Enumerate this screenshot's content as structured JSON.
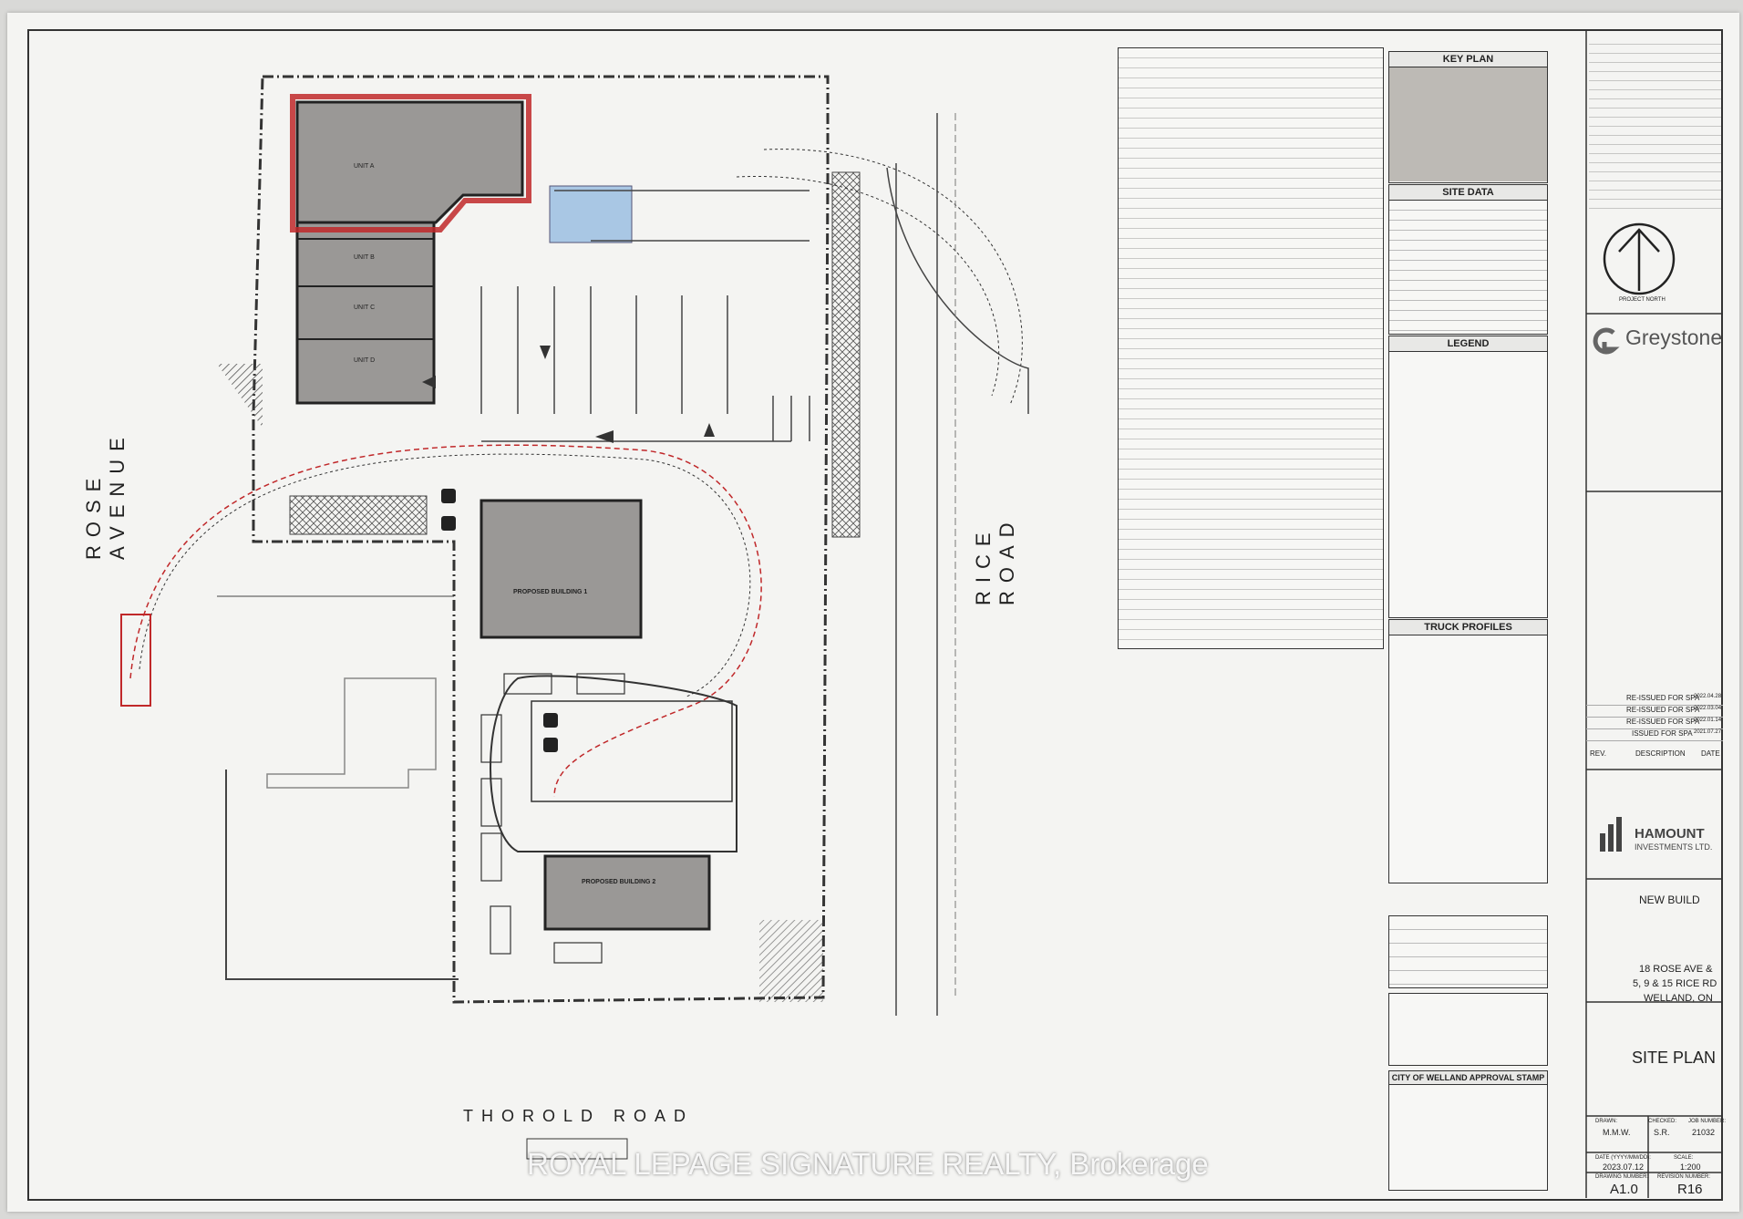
{
  "streets": {
    "rose": "ROSE AVENUE",
    "rice": "RICE ROAD",
    "thorold": "THOROLD ROAD"
  },
  "buildings": {
    "unit_a": "UNIT A",
    "unit_b": "UNIT B",
    "unit_c": "UNIT C",
    "unit_d": "UNIT D",
    "building1": "PROPOSED BUILDING 1",
    "building2": "PROPOSED BUILDING 2"
  },
  "panels": {
    "key_plan": "KEY PLAN",
    "site_data": "SITE DATA",
    "legend": "LEGEND",
    "truck_profiles": "TRUCK PROFILES",
    "approval_stamp": "CITY OF WELLAND APPROVAL STAMP"
  },
  "title_block": {
    "firm": "Greystone",
    "client_line1": "HAMOUNT",
    "client_line2": "INVESTMENTS LTD.",
    "project": "NEW BUILD",
    "address_line1": "18 ROSE AVE &",
    "address_line2": "5, 9 & 15 RICE RD",
    "address_line3": "WELLAND, ON",
    "drawing_title": "SITE PLAN",
    "drawn_label": "DRAWN:",
    "drawn": "M.M.W.",
    "checked_label": "CHECKED:",
    "checked": "S.R.",
    "job_label": "JOB NUMBER:",
    "job": "21032",
    "date_label": "DATE (YYYY/MM/DD):",
    "date": "2023.07.12",
    "scale_label": "SCALE:",
    "scale": "1:200",
    "drawing_no_label": "DRAWING NUMBER:",
    "drawing_no": "A1.0",
    "revision_label": "REVISION NUMBER:",
    "revision": "R16",
    "project_north": "PROJECT NORTH",
    "rev_header": "REV.",
    "desc_header": "DESCRIPTION",
    "date_header": "DATE"
  },
  "revisions": [
    {
      "desc": "RE-ISSUED FOR SPA",
      "date": "2022.04.28"
    },
    {
      "desc": "RE-ISSUED FOR SPA",
      "date": "2022.03.04"
    },
    {
      "desc": "RE-ISSUED FOR SPA",
      "date": "2022.01.14"
    },
    {
      "desc": "ISSUED FOR SPA",
      "date": "2021.07.27"
    }
  ],
  "watermark": "ROYAL LEPAGE SIGNATURE REALTY, Brokerage",
  "colors": {
    "paper": "#f4f4f2",
    "highlight": "#c0282a",
    "building": "#9a9896",
    "blue_area": "#a9c7e4"
  }
}
